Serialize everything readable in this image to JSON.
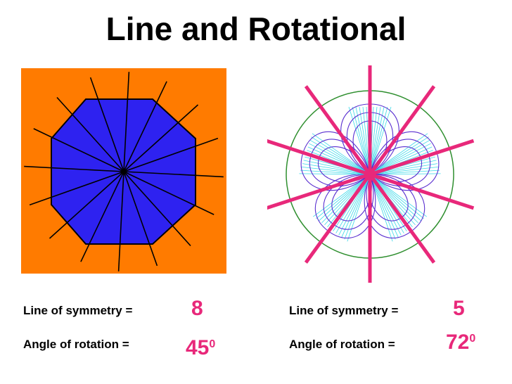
{
  "title": "Line and Rotational",
  "left": {
    "symmetry_label": "Line of symmetry =",
    "symmetry_value": "8",
    "rotation_label": "Angle of rotation =",
    "rotation_value": "45",
    "rotation_unit": "0"
  },
  "right": {
    "symmetry_label": "Line of symmetry =",
    "symmetry_value": "5",
    "rotation_label": "Angle of rotation =",
    "rotation_value": "72",
    "rotation_unit": "0"
  },
  "colors": {
    "orange_background": "#ff7b00",
    "octagon_fill": "#2e22f0",
    "symmetry_line": "#e8287a",
    "circle": "#2f8f2f",
    "petal_outline": "#5a2fd0",
    "petal_inner": "#3ad8e8"
  }
}
